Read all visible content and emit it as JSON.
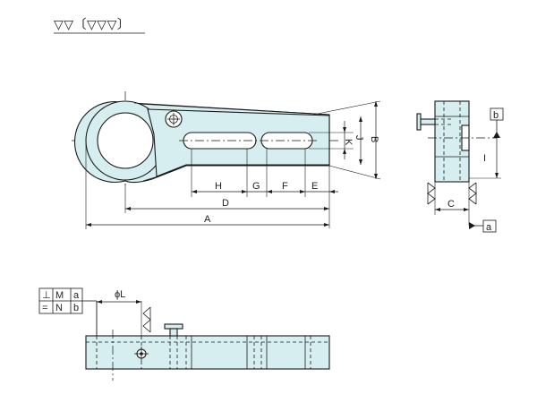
{
  "surface_symbol": {
    "text": "▽▽〔▽▽▽〕"
  },
  "dims": {
    "A": "A",
    "B": "B",
    "C": "C",
    "D": "D",
    "E": "E",
    "F": "F",
    "G": "G",
    "H": "H",
    "I": "I",
    "J": "J",
    "K": "K",
    "L": "ϕL"
  },
  "datums": {
    "a": "a",
    "b": "b"
  },
  "tolerance_table": {
    "rows": [
      {
        "symbol": "⊥",
        "value": "M",
        "datum": "a"
      },
      {
        "symbol": "=",
        "value": "N",
        "datum": "b"
      }
    ]
  },
  "colors": {
    "part_fill": "#d6eeef",
    "outline": "#1a1a1a"
  }
}
